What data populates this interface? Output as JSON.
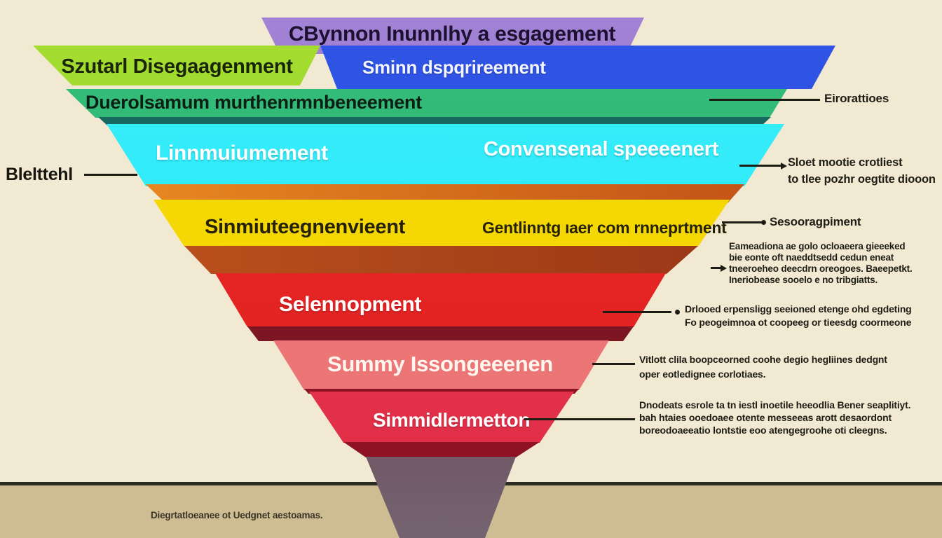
{
  "colors": {
    "background": "#f2e9d3",
    "footer_strip": "#cebc93",
    "band_purple": "#9478c9",
    "band_green": "#93d228",
    "band_blue": "#2c49d6",
    "band_teal": "#2db673",
    "band_cyan": "#27e9f8",
    "band_yellow": "#f6d902",
    "band_red": "#e82525",
    "band_pink": "#ef7d7d",
    "band_crimson": "#e73950",
    "annotation_ink": "#1e1d15"
  },
  "funnel": {
    "layers": [
      {
        "label": "CBynnon Inunnlhy a esgagement"
      },
      {
        "label": "Szutarl Disegaagenment"
      },
      {
        "label": "Sminn dspqrireement"
      },
      {
        "label": "Duerolsamum murthenrmnbeneement"
      },
      {
        "label_left": "Linnmuiumement",
        "label_right": "Convensenal speeeenert"
      },
      {
        "label_left": "Sinmiuteegnenvieent",
        "label_right": "Gentlinntg ıaer com rnneprtment"
      },
      {
        "label": "Selennopment"
      },
      {
        "label": "Summy Issongeeenen"
      },
      {
        "label": "Simmidlermetton"
      }
    ]
  },
  "annotations": {
    "left_label": "Blelttehl",
    "right": [
      {
        "lines": [
          "Eirorattioes"
        ]
      },
      {
        "lines": [
          "Sloet mootie crotliest",
          "to tlee pozhr oegtite diooon"
        ]
      },
      {
        "lines": [
          "Sesooragpiment"
        ]
      },
      {
        "lines": [
          "Eameadiona ae golo ocloaeera gieeeked",
          "bie eonte oft naeddtsedd cedun eneat",
          "tneeroeheo deecdrn oreogoes. Baeepetkt.",
          "Ineriobease sooelo e no tribgiatts."
        ]
      },
      {
        "lines": [
          "Drlooed erpensligg seeioned etenge ohd egdeting",
          "Fo peogeimnoa ot coopeeg or tieesdg coormeone"
        ]
      },
      {
        "lines": [
          "Vitlott clila boopceorned coohe degio hegliines dedgnt",
          "oper eotledignee corlotiaes."
        ]
      },
      {
        "lines": [
          "Dnodeats esrole ta tn iestl inoetile heeodlia Bener seaplitiyt.",
          "bah htaies ooedoaee otente messeeas arott desaordont",
          "boreodoaeeatio lontstie eoo atengegroohe oti cleegns."
        ]
      }
    ]
  },
  "footer": {
    "caption": "Diegrtatloeanee ot Uedgnet aestoamas."
  }
}
